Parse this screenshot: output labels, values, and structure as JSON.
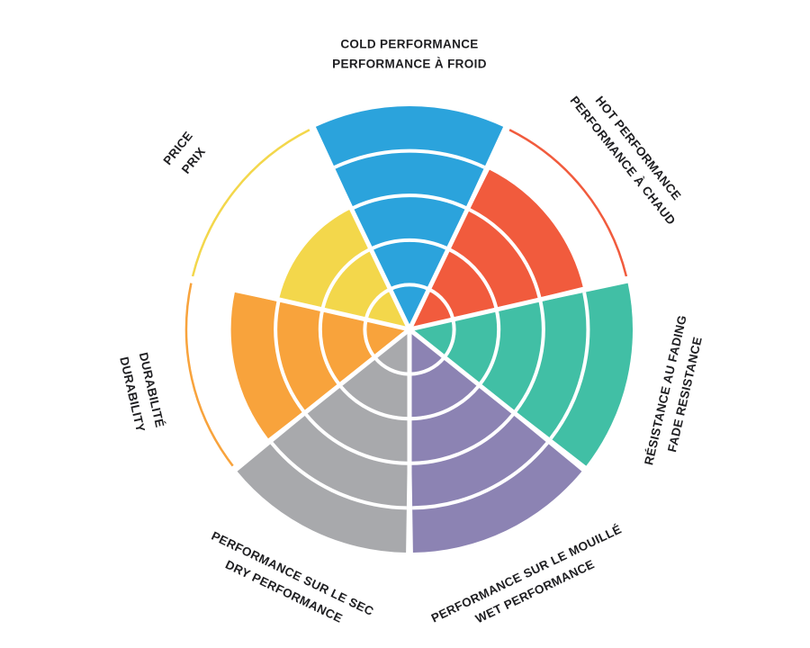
{
  "chart_data": {
    "type": "pie",
    "subtype": "segmented-polar-wheel",
    "title": "",
    "max_level": 5,
    "ring_color": "#ffffff",
    "background": "#ffffff",
    "legend_position": "around",
    "segments": [
      {
        "id": "cold-performance",
        "lines": [
          "COLD PERFORMANCE",
          "PERFORMANCE À FROID"
        ],
        "value": 5,
        "color": "#2BA3DC"
      },
      {
        "id": "hot-performance",
        "lines": [
          "HOT PERFORMANCE",
          "PERFORMANCE À CHAUD"
        ],
        "value": 4,
        "color": "#F15B3D"
      },
      {
        "id": "fade-resistance",
        "lines": [
          "RÉSISTANCE AU FADING",
          "FADE RESISTANCE"
        ],
        "value": 5,
        "color": "#41BFA5"
      },
      {
        "id": "wet-performance",
        "lines": [
          "PERFORMANCE SUR LE MOUILLÉ",
          "WET PERFORMANCE"
        ],
        "value": 5,
        "color": "#8C83B3"
      },
      {
        "id": "dry-performance",
        "lines": [
          "PERFORMANCE SUR LE SEC",
          "DRY PERFORMANCE"
        ],
        "value": 5,
        "color": "#A8A9AC"
      },
      {
        "id": "durability",
        "lines": [
          "DURABILITÉ",
          "DURABILITY"
        ],
        "value": 4,
        "color": "#F8A33C"
      },
      {
        "id": "price",
        "lines": [
          "PRICE",
          "PRIX"
        ],
        "value": 3,
        "color": "#F3D74B"
      }
    ]
  }
}
